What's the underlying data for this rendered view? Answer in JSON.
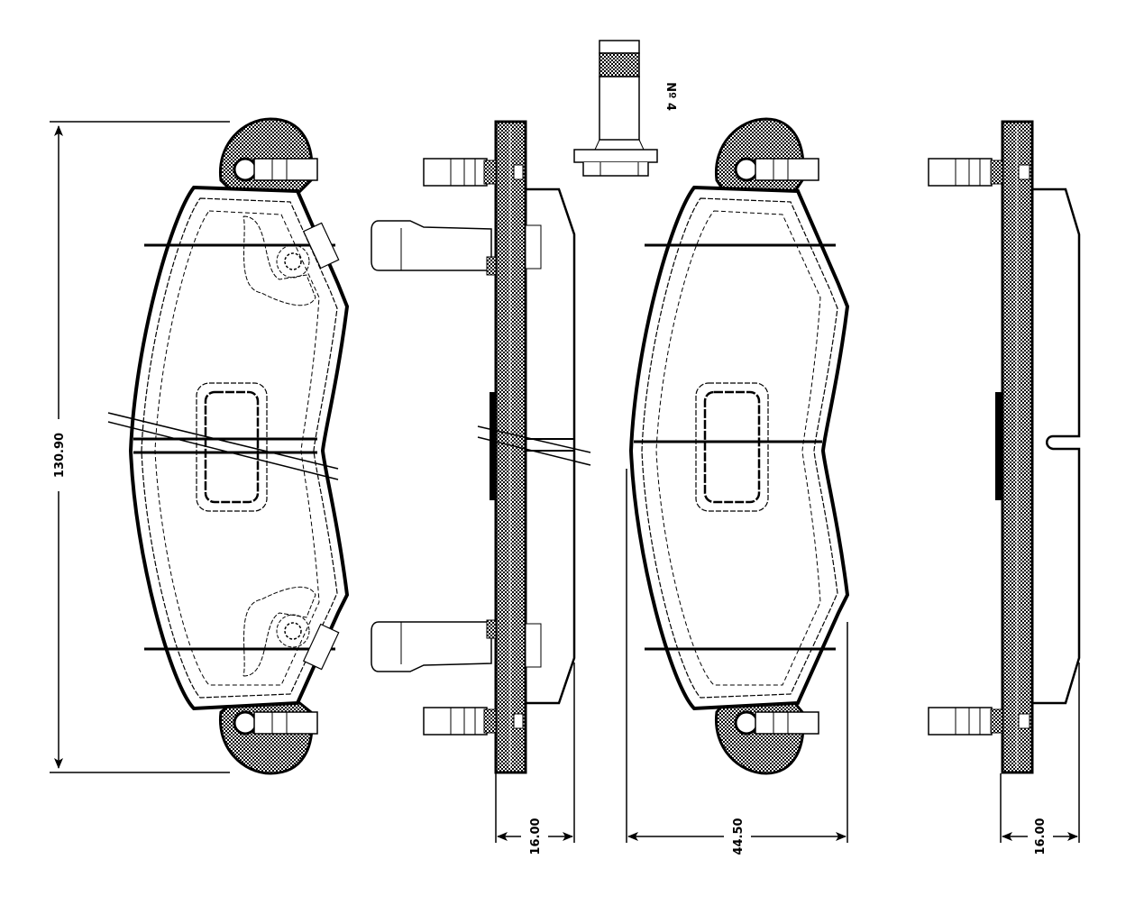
{
  "drawing": {
    "type": "technical-drawing",
    "subject": "brake-pad-set",
    "colors": {
      "ink": "#000000",
      "paper": "#ffffff",
      "hatch": "#7a7a7a"
    },
    "dimensions": {
      "height": "130.90",
      "thickness_left": "16.00",
      "width_center": "44.50",
      "thickness_right": "16.00"
    },
    "labels": {
      "part_number": "Nº 4"
    },
    "views": [
      {
        "name": "left-pad-front-view"
      },
      {
        "name": "left-pad-side-view"
      },
      {
        "name": "bolt-detail"
      },
      {
        "name": "right-pad-front-view"
      },
      {
        "name": "right-pad-side-view"
      }
    ]
  }
}
